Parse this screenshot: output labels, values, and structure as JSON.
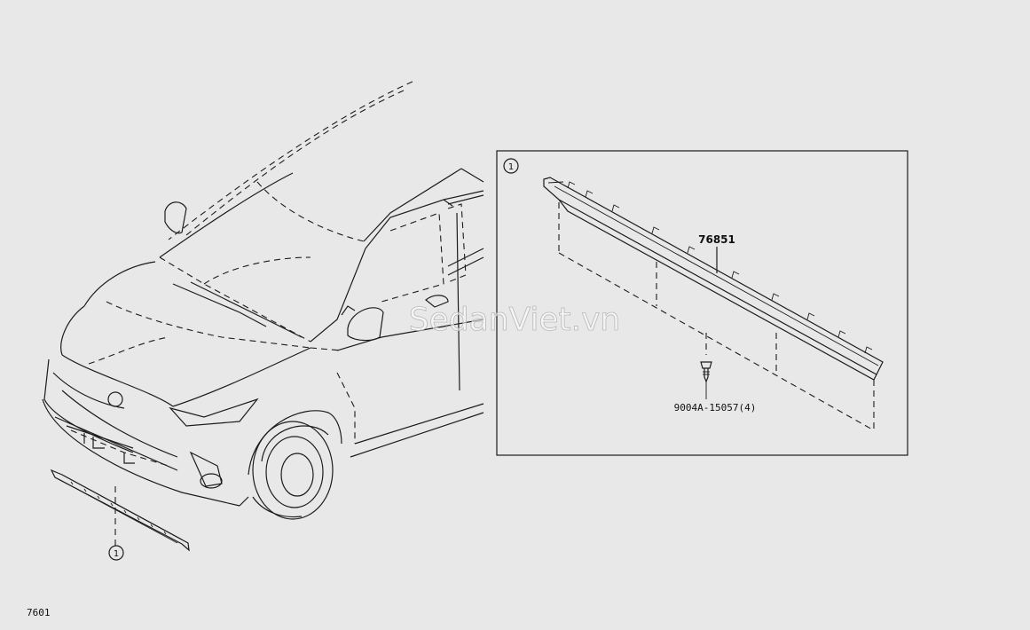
{
  "diagram": {
    "callout_marker": "1",
    "part_numbers": {
      "molding": "76851",
      "clip": "9004A-15057(4)"
    },
    "figure_code": "7601",
    "watermark": "SedanViet.vn"
  }
}
